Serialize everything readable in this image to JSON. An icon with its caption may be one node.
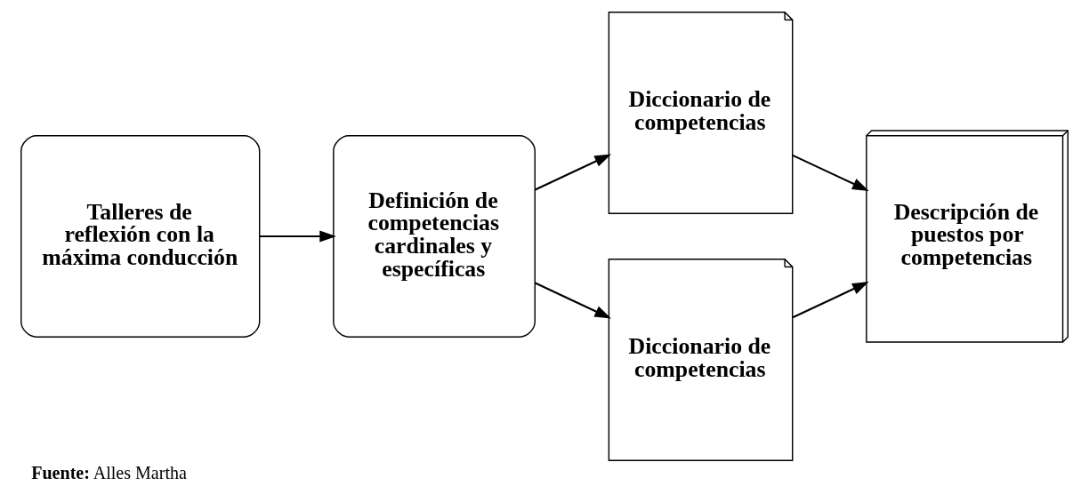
{
  "diagram": {
    "caption": "**Fuente:** Alles Martha",
    "nodes": [
      {
        "text": [
          "Talleres de reflexión con la máxima conducción"
        ]
      },
      {
        "text": [
          "Definición de competencias cardinales y específicas"
        ]
      },
      {
        "text": [
          "Diccionario de competencias"
        ]
      },
      {
        "text": [
          "Diccionario de competencias"
        ]
      },
      {
        "text": [
          "Descripción de puestos por competencias"
        ]
      }
    ],
    "edges": [
      {
        "from": 0,
        "to": 1,
        "arrow": "to"
      },
      {
        "from": 1,
        "to": 2,
        "arrow": "to"
      },
      {
        "from": 1,
        "to": 3,
        "arrow": "to"
      },
      {
        "from": 2,
        "to": 4,
        "arrow": "to"
      },
      {
        "from": 3,
        "to": 4,
        "arrow": "to"
      }
    ]
  }
}
